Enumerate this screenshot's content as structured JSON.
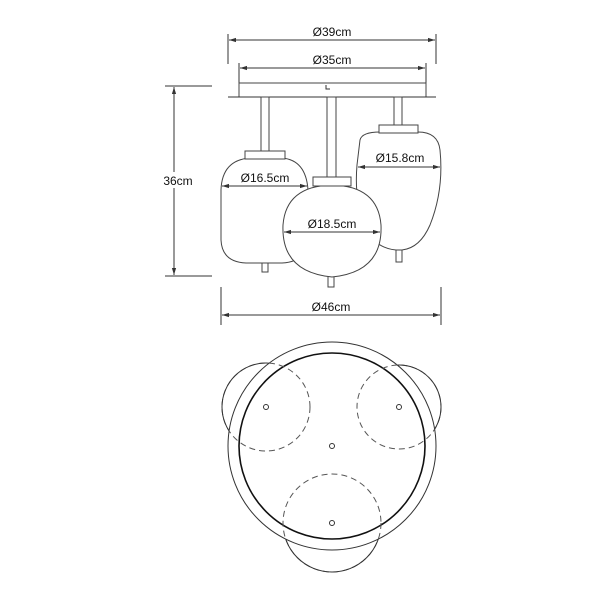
{
  "dimensions": {
    "canopy_outer": "Ø39cm",
    "canopy_inner": "Ø35cm",
    "height": "36cm",
    "shade_left": "Ø16.5cm",
    "shade_middle": "Ø18.5cm",
    "shade_right": "Ø15.8cm",
    "overall_width": "Ø46cm"
  },
  "colors": {
    "line": "#333333",
    "background": "#ffffff"
  }
}
